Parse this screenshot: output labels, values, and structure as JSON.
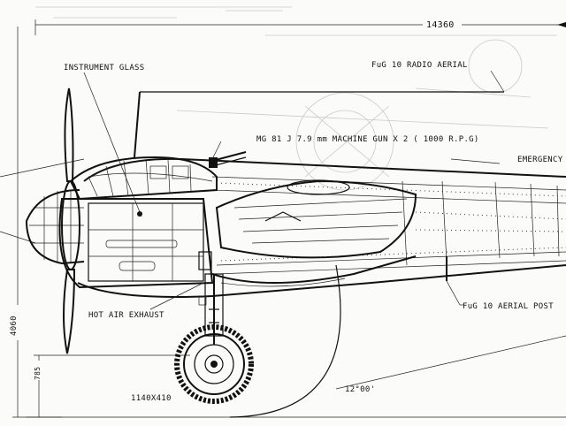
{
  "drawing": {
    "dimensions": {
      "overall_length": "14360",
      "height": "4060",
      "wheel_axle_height": "785",
      "tyre_size": "1140X410",
      "tail_angle": "12°00'"
    },
    "labels": {
      "instrument_glass": "INSTRUMENT GLASS",
      "radio_aerial": "FuG 10 RADIO AERIAL",
      "machine_gun": "MG 81 J  7.9 mm MACHINE GUN X 2 ( 1000 R.P.G)",
      "emergency": "EMERGENCY",
      "hot_air_exhaust": "HOT AIR EXHAUST",
      "aerial_post": "FuG 10 AERIAL POST"
    }
  }
}
